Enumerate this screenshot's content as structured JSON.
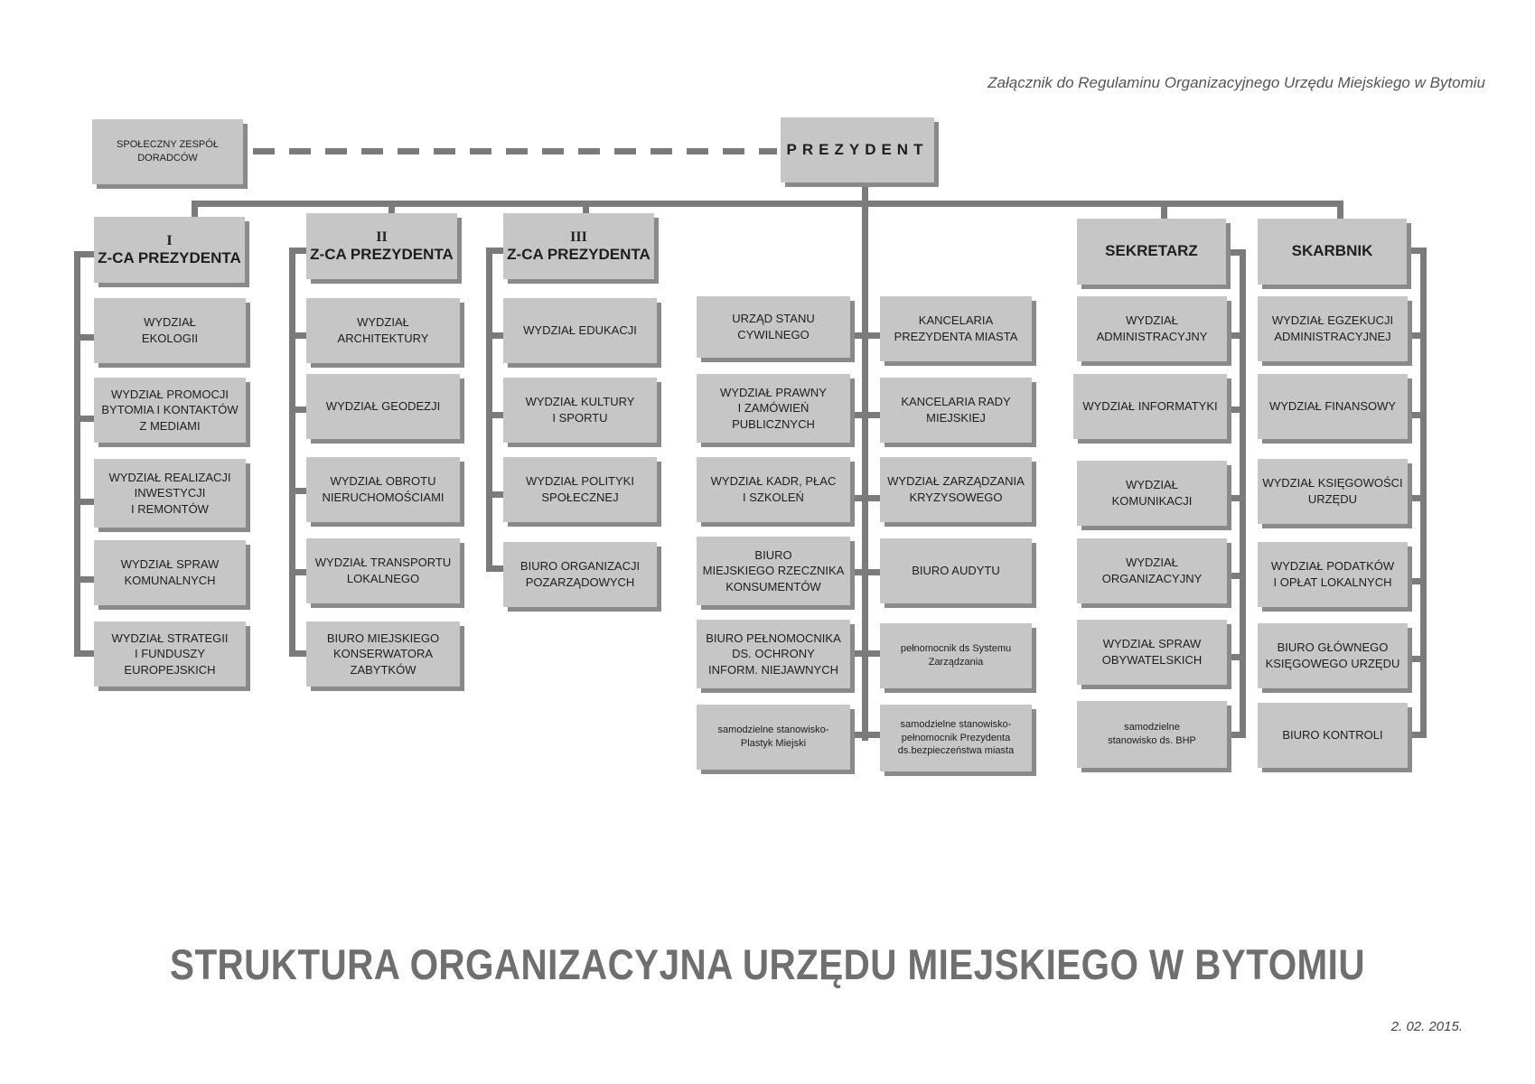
{
  "header_note": "Załącznik do Regulaminu Organizacyjnego Urzędu Miejskiego w Bytomiu",
  "title": "STRUKTURA ORGANIZACYJNA URZĘDU MIEJSKIEGO W BYTOMIU",
  "date": "2. 02. 2015.",
  "president": "PREZYDENT",
  "advisors": "SPOŁECZNY ZESPÓŁ\nDORADCÓW",
  "vp1": {
    "roman": "I",
    "label": "Z-CA PREZYDENTA"
  },
  "vp2": {
    "roman": "II",
    "label": "Z-CA PREZYDENTA"
  },
  "vp3": {
    "roman": "III",
    "label": "Z-CA PREZYDENTA"
  },
  "secretary": "SEKRETARZ",
  "treasurer": "SKARBNIK",
  "vp1_units": [
    "WYDZIAŁ\nEKOLOGII",
    "WYDZIAŁ PROMOCJI\nBYTOMIA I KONTAKTÓW\nZ MEDIAMI",
    "WYDZIAŁ REALIZACJI\nINWESTYCJI\nI REMONTÓW",
    "WYDZIAŁ SPRAW\nKOMUNALNYCH",
    "WYDZIAŁ STRATEGII\nI FUNDUSZY\nEUROPEJSKICH"
  ],
  "vp2_units": [
    "WYDZIAŁ\nARCHITEKTURY",
    "WYDZIAŁ  GEODEZJI",
    "WYDZIAŁ OBROTU\nNIERUCHOMOŚCIAMI",
    "WYDZIAŁ TRANSPORTU\nLOKALNEGO",
    "BIURO MIEJSKIEGO\nKONSERWATORA\nZABYTKÓW"
  ],
  "vp3_units": [
    "WYDZIAŁ EDUKACJI",
    "WYDZIAŁ KULTURY\nI SPORTU",
    "WYDZIAŁ POLITYKI\nSPOŁECZNEJ",
    "BIURO ORGANIZACJI\nPOZARZĄDOWYCH"
  ],
  "president_left_units": [
    "URZĄD STANU\nCYWILNEGO",
    "WYDZIAŁ PRAWNY\nI ZAMÓWIEŃ\nPUBLICZNYCH",
    "WYDZIAŁ KADR, PŁAC\nI SZKOLEŃ",
    "BIURO\nMIEJSKIEGO RZECZNIKA\nKONSUMENTÓW",
    "BIURO PEŁNOMOCNIKA\nDS. OCHRONY\nINFORM. NIEJAWNYCH",
    "samodzielne stanowisko-\nPlastyk Miejski"
  ],
  "president_right_units": [
    "KANCELARIA\nPREZYDENTA MIASTA",
    "KANCELARIA RADY\nMIEJSKIEJ",
    "WYDZIAŁ ZARZĄDZANIA\nKRYZYSOWEGO",
    "BIURO AUDYTU",
    "pełnomocnik ds Systemu\nZarządzania",
    "samodzielne stanowisko-\npełnomocnik Prezydenta\nds.bezpieczeństwa miasta"
  ],
  "secretary_units": [
    "WYDZIAŁ\nADMINISTRACYJNY",
    "WYDZIAŁ INFORMATYKI",
    "WYDZIAŁ\nKOMUNIKACJI",
    "WYDZIAŁ\nORGANIZACYJNY",
    "WYDZIAŁ SPRAW\nOBYWATELSKICH",
    "samodzielne\nstanowisko ds. BHP"
  ],
  "treasurer_units": [
    "WYDZIAŁ EGZEKUCJI\nADMINISTRACYJNEJ",
    "WYDZIAŁ FINANSOWY",
    "WYDZIAŁ KSIĘGOWOŚCI\nURZĘDU",
    "WYDZIAŁ PODATKÓW\nI OPŁAT LOKALNYCH",
    "BIURO GŁÓWNEGO\nKSIĘGOWEGO URZĘDU",
    "BIURO KONTROLI"
  ]
}
